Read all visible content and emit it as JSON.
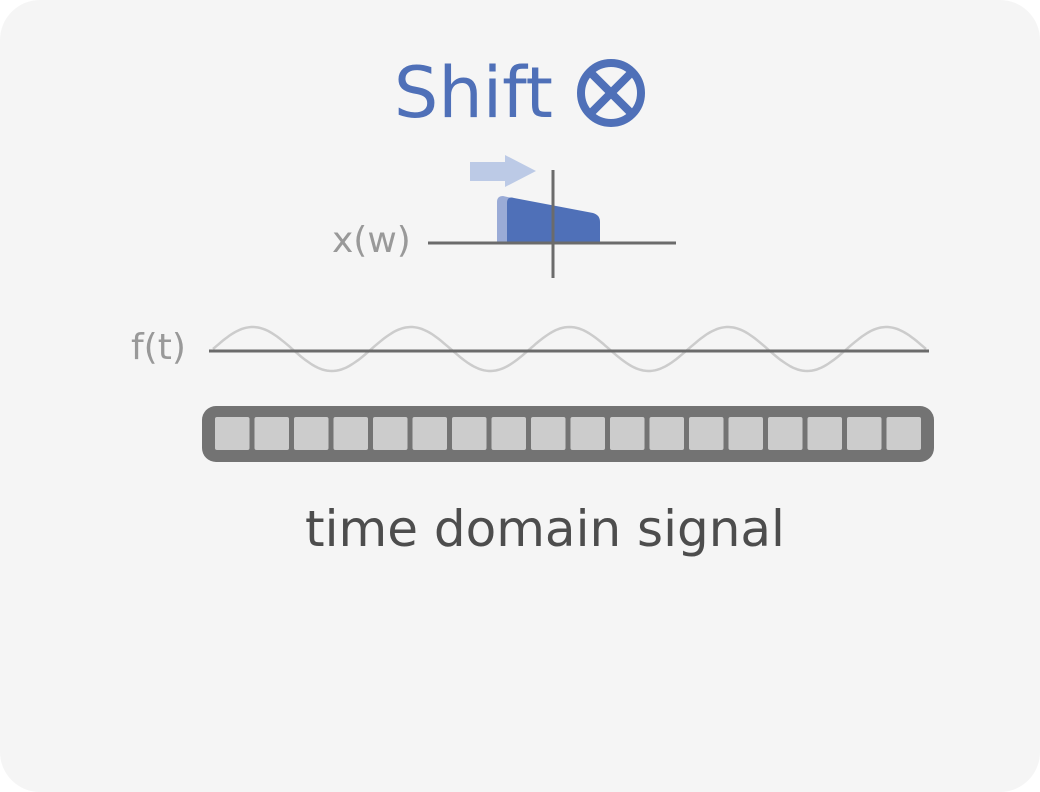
{
  "title": {
    "text": "Shift",
    "icon": "circled-times-icon",
    "color": "#4f70b8"
  },
  "frequency_plot": {
    "label": "x(w)",
    "shift_arrow_icon": "right-arrow-icon",
    "shape_color": "#4f70b8",
    "ghost_color": "#9aabd6",
    "arrow_color": "#bccae6",
    "axis_color": "#6b6b6b"
  },
  "time_signal": {
    "label": "f(t)",
    "wave_color": "#cccccc",
    "axis_color": "#6b6b6b",
    "cycles": 4.5
  },
  "sample_buffer": {
    "cell_count": 18,
    "frame_color": "#737373",
    "cell_color": "#cccccc"
  },
  "caption": "time domain signal"
}
